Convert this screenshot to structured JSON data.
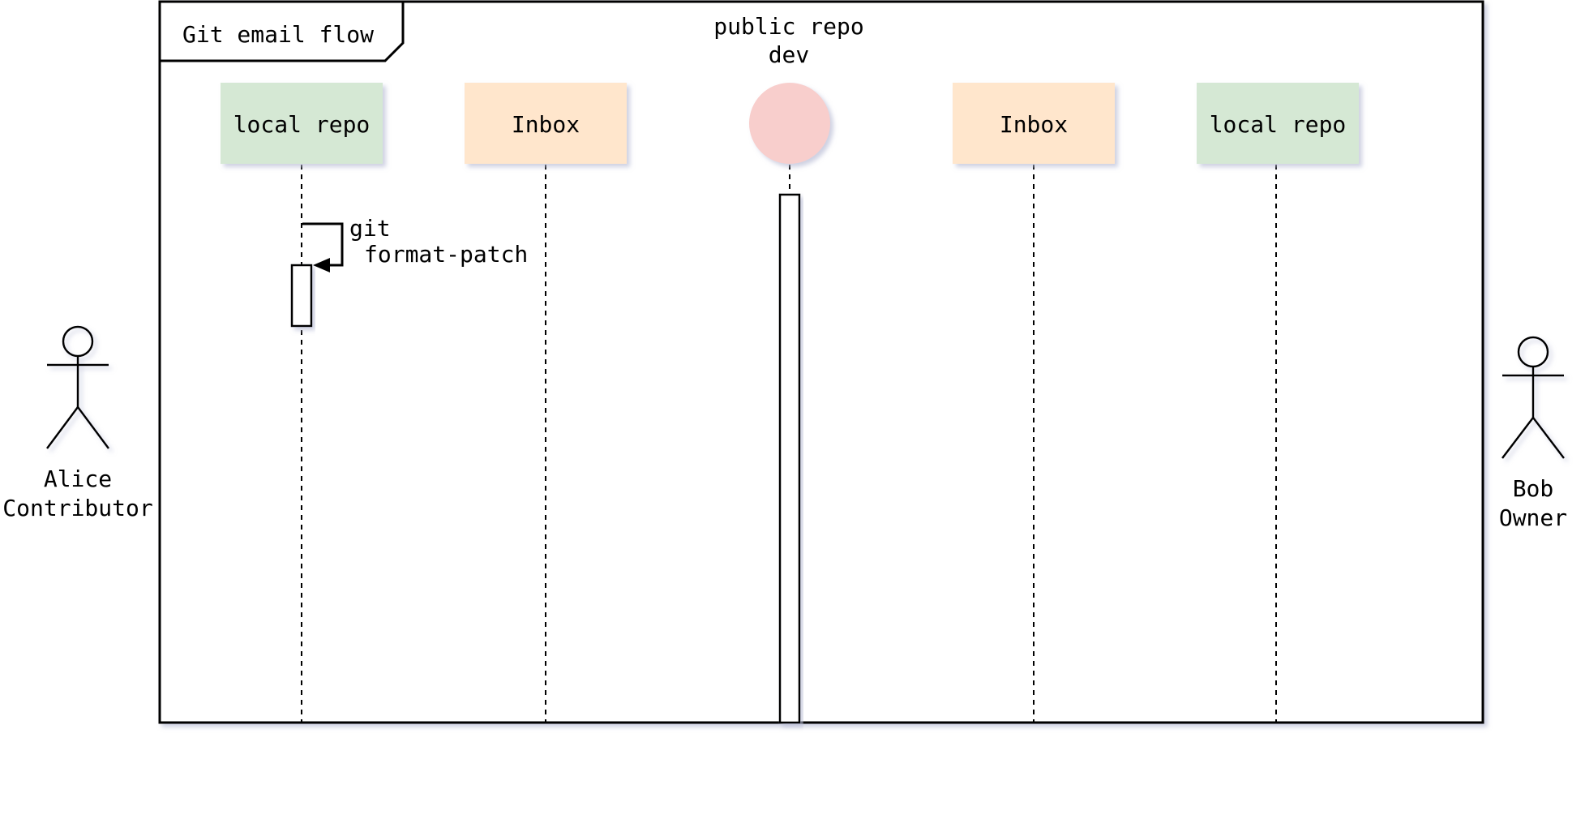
{
  "frame": {
    "title": "Git email flow"
  },
  "participants": [
    {
      "label": "local repo",
      "fill": "#d5e8d4"
    },
    {
      "label": "Inbox",
      "fill": "#ffe6cc"
    },
    {
      "label_line1": "public repo",
      "label_line2": "dev",
      "fill": "#f8cecc"
    },
    {
      "label": "Inbox",
      "fill": "#ffe6cc"
    },
    {
      "label": "local repo",
      "fill": "#d5e8d4"
    }
  ],
  "actors": [
    {
      "line1": "Alice",
      "line2": "Contributor"
    },
    {
      "line1": "Bob",
      "line2": "Owner"
    }
  ],
  "messages": [
    {
      "line1": "git",
      "line2": "format-patch"
    }
  ],
  "colors": {
    "stroke": "#000000",
    "shadow": "#c8cce0"
  }
}
